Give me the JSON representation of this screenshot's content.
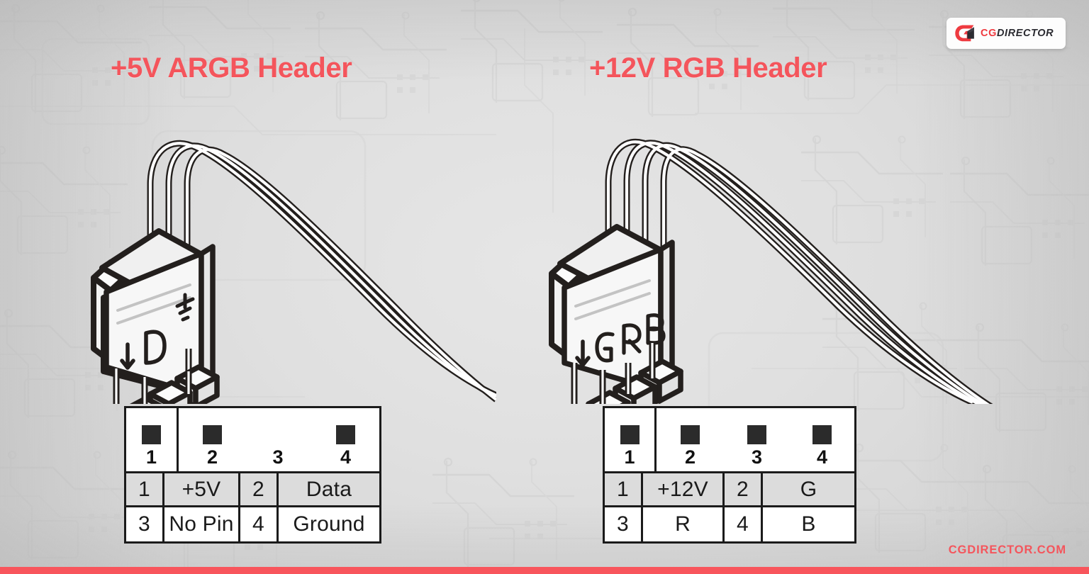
{
  "meta": {
    "accent_color": "#f4555c",
    "ink_color": "#1b1b1b",
    "shaded_row_color": "#dcdcdc",
    "background_color": "#e2e2e2"
  },
  "logo": {
    "mark_name": "cgdirector-logo-mark",
    "text_primary": "CG",
    "text_secondary": "DIRECTOR"
  },
  "footer": {
    "url": "CGDIRECTOR.COM"
  },
  "panels": [
    {
      "id": "argb",
      "title": "+5V ARGB Header",
      "connector_markings": [
        "↓",
        "D",
        "ground-symbol"
      ],
      "wire_count": 3,
      "pin_slots": 4,
      "table": {
        "header_pins": [
          {
            "number": "1",
            "has_pin": true
          },
          {
            "number": "2",
            "has_pin": true
          },
          {
            "number": "3",
            "has_pin": false
          },
          {
            "number": "4",
            "has_pin": true
          }
        ],
        "rows": [
          {
            "shaded": true,
            "cells": [
              "1",
              "+5V",
              "2",
              "Data"
            ]
          },
          {
            "shaded": false,
            "cells": [
              "3",
              "No Pin",
              "4",
              "Ground"
            ]
          }
        ]
      }
    },
    {
      "id": "rgb",
      "title": "+12V RGB Header",
      "connector_markings": [
        "↓",
        "G",
        "R",
        "B"
      ],
      "wire_count": 4,
      "pin_slots": 4,
      "table": {
        "header_pins": [
          {
            "number": "1",
            "has_pin": true
          },
          {
            "number": "2",
            "has_pin": true
          },
          {
            "number": "3",
            "has_pin": true
          },
          {
            "number": "4",
            "has_pin": true
          }
        ],
        "rows": [
          {
            "shaded": true,
            "cells": [
              "1",
              "+12V",
              "2",
              "G"
            ]
          },
          {
            "shaded": false,
            "cells": [
              "3",
              "R",
              "4",
              "B"
            ]
          }
        ]
      }
    }
  ]
}
